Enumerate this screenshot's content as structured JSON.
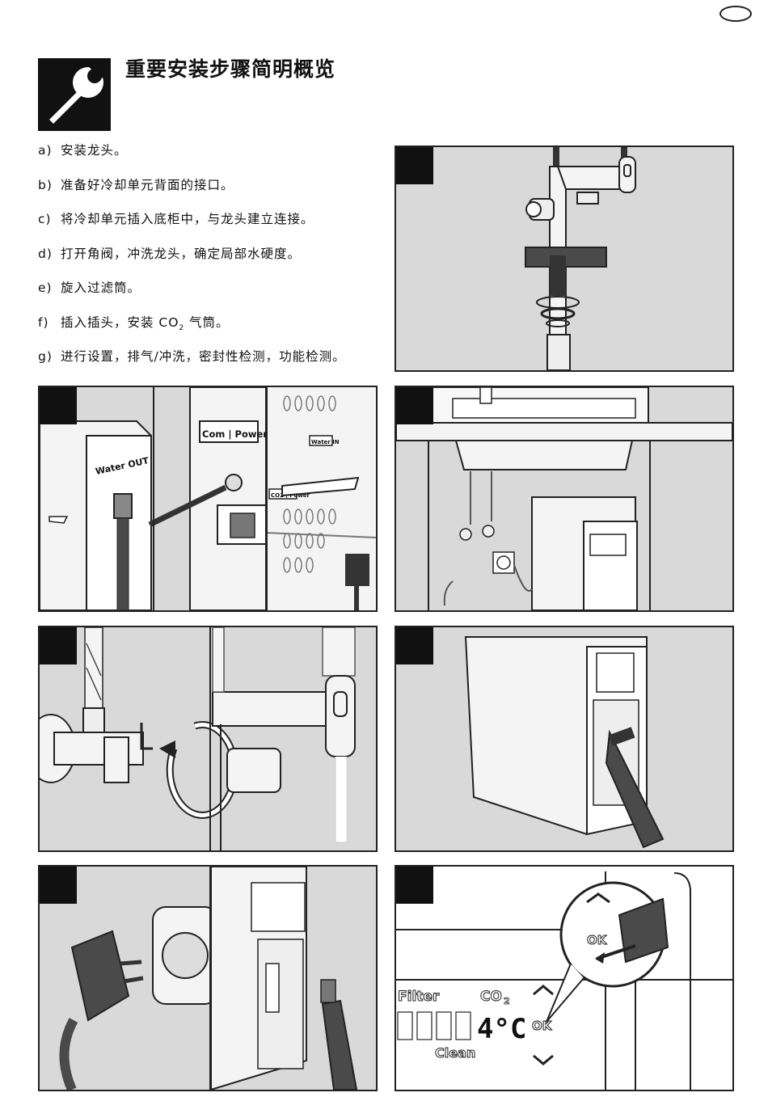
{
  "page": {
    "title": "重要安装步骤简明概览"
  },
  "steps": [
    {
      "letter": "a)",
      "text": "安装龙头。"
    },
    {
      "letter": "b)",
      "text": "准备好冷却单元背面的接口。"
    },
    {
      "letter": "c)",
      "text": "将冷却单元插入底柜中，与龙头建立连接。"
    },
    {
      "letter": "d)",
      "text": "打开角阀，冲洗龙头，确定局部水硬度。"
    },
    {
      "letter": "e)",
      "text": "旋入过滤筒。"
    },
    {
      "letter": "f)",
      "text_before": "插入插头，安装 CO",
      "sub": "2",
      "text_after": " 气筒。"
    },
    {
      "letter": "g)",
      "text": "进行设置，排气/冲洗，密封性检测，功能检测。"
    }
  ],
  "illustrations": {
    "b": {
      "water_out": "Water OUT",
      "com_power": "Com | Power",
      "water_in": "Water IN",
      "co2_power": "CO2 | Power"
    },
    "g": {
      "filter": "Filter",
      "co2": "CO",
      "co2_sub": "2",
      "clean": "Clean",
      "ok": "OK",
      "ok_zoom": "OK",
      "display_value": "4°C"
    }
  },
  "icons": [
    "wrench-icon",
    "page-oval-icon",
    "rotate-arrow-icon",
    "arrow-up-icon",
    "arrow-down-icon"
  ],
  "colors": {
    "panel_bg": "#d9d9d9",
    "marker": "#111111",
    "line": "#222222",
    "dark_part": "#4a4a4a"
  }
}
